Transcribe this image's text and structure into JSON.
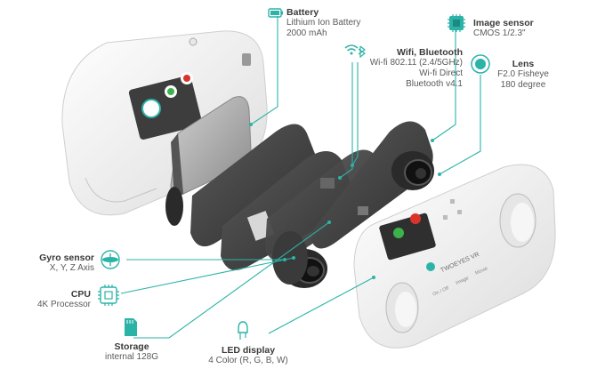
{
  "accent_color": "#2bb3a8",
  "labels": {
    "battery": {
      "title": "Battery",
      "lines": [
        "Lithium Ion Battery",
        "2000 mAh"
      ],
      "icon": "battery-icon"
    },
    "wifi": {
      "title": "Wifi, Bluetooth",
      "lines": [
        "Wi-fi 802.11 (2.4/5GHz)",
        "Wi-fi Direct",
        "Bluetooth v4.1"
      ],
      "icon": "wifi-bluetooth-icon"
    },
    "image_sensor": {
      "title": "Image sensor",
      "lines": [
        "CMOS 1/2.3\""
      ],
      "icon": "image-sensor-icon"
    },
    "lens": {
      "title": "Lens",
      "lines": [
        "F2.0 Fisheye",
        "180 degree"
      ],
      "icon": "lens-icon"
    },
    "gyro": {
      "title": "Gyro sensor",
      "lines": [
        "X, Y, Z Axis"
      ],
      "icon": "gyro-sensor-icon"
    },
    "cpu": {
      "title": "CPU",
      "lines": [
        "4K Processor"
      ],
      "icon": "cpu-icon"
    },
    "storage": {
      "title": "Storage",
      "lines": [
        "internal 128G"
      ],
      "icon": "storage-icon"
    },
    "led": {
      "title": "LED display",
      "lines": [
        "4 Color (R, G, B, W)"
      ],
      "icon": "led-display-icon"
    }
  },
  "device": {
    "brand": "TWOEYES VR",
    "button_labels": [
      "On / Off",
      "Image",
      "Movie"
    ]
  }
}
